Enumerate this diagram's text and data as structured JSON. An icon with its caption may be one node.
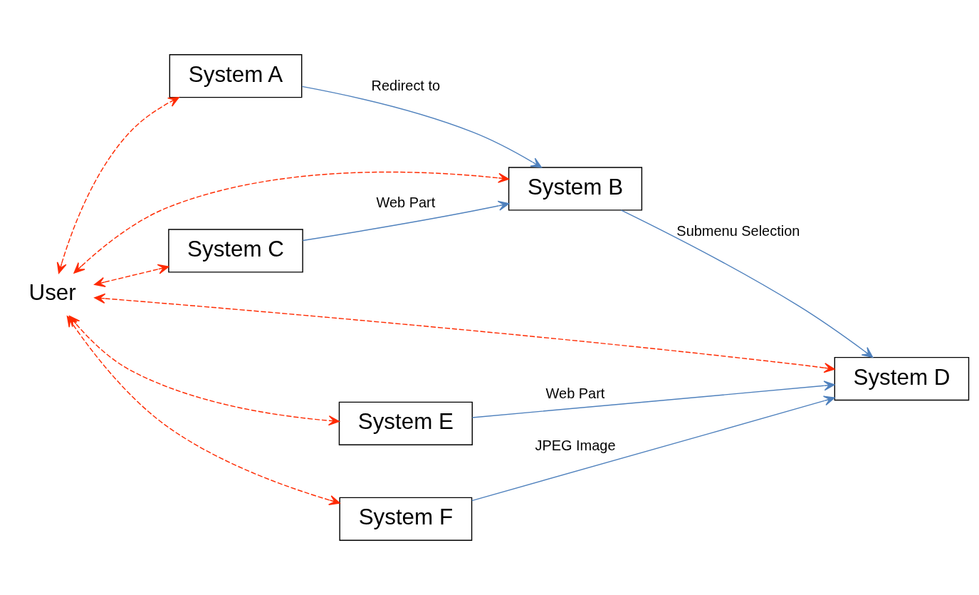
{
  "diagram": {
    "nodes": [
      {
        "text": [
          "User"
        ]
      },
      {
        "text": [
          "System A"
        ]
      },
      {
        "text": [
          "System B"
        ]
      },
      {
        "text": [
          "System C"
        ]
      },
      {
        "text": [
          "System D"
        ]
      },
      {
        "text": [
          "System E"
        ]
      },
      {
        "text": [
          "System F"
        ]
      }
    ],
    "edges": [
      {
        "from": 0,
        "to": 1,
        "arrow": "both",
        "style": "dashed"
      },
      {
        "from": 0,
        "to": 2,
        "arrow": "both",
        "style": "dashed"
      },
      {
        "from": 0,
        "to": 4,
        "arrow": "both",
        "style": "dashed"
      },
      {
        "from": 0,
        "to": 3,
        "arrow": "both",
        "style": "dashed"
      },
      {
        "from": 0,
        "to": 6,
        "arrow": "both",
        "style": "dashed"
      },
      {
        "from": 0,
        "to": 5,
        "arrow": "both",
        "style": "dashed"
      },
      {
        "from": 1,
        "to": 2,
        "arrow": "to",
        "label": "Redirect to",
        "color": "#4f81bd"
      },
      {
        "from": 3,
        "to": 2,
        "arrow": "to",
        "label": "Web Part",
        "color": "#4f81bd"
      },
      {
        "from": 2,
        "to": 4,
        "arrow": "to",
        "label": "Submenu Selection",
        "color": "#4f81bd"
      },
      {
        "from": 5,
        "to": 4,
        "arrow": "to",
        "label": "Web Part",
        "color": "#4f81bd"
      },
      {
        "from": 6,
        "to": 4,
        "arrow": "to",
        "label": "JPEG Image",
        "color": "#4f81bd"
      }
    ]
  }
}
